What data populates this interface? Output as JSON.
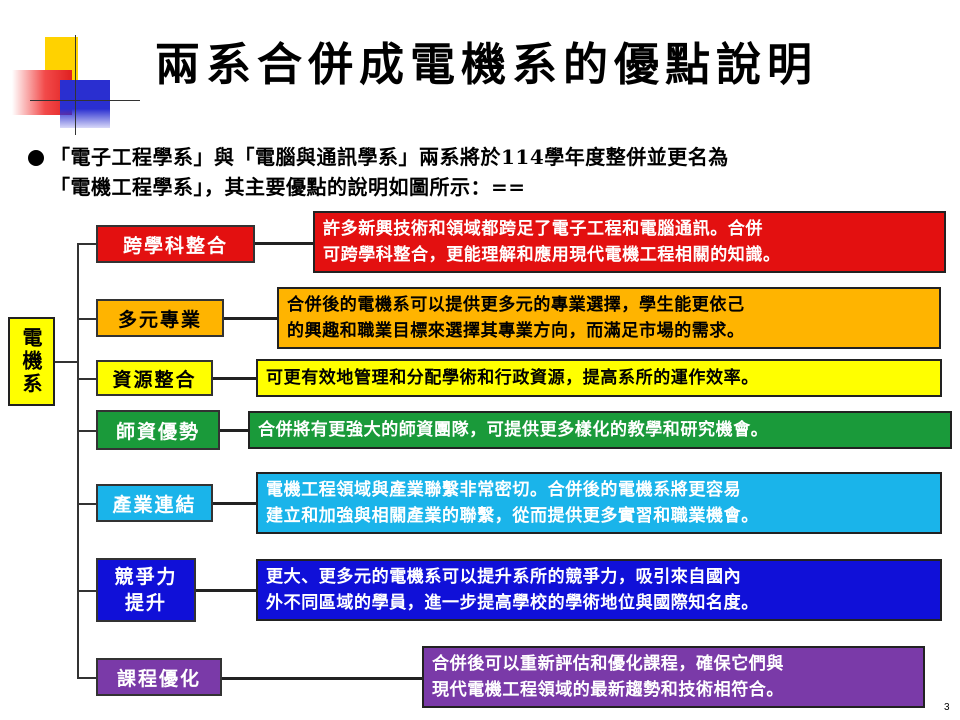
{
  "title": "兩系合併成電機系的優點說明",
  "intro": {
    "line1": "「電子工程學系」與「電腦與通訊學系」兩系將於114學年度整併並更名為",
    "line2": "「電機工程學系」，其主要優點的說明如圖所示：=="
  },
  "root_label": "電機系",
  "items": [
    {
      "label": "跨學科整合",
      "color": "#e31010",
      "text_color": "#ffffff",
      "desc_lines": [
        "許多新興技術和領域都跨足了電子工程和電腦通訊。合併",
        "可跨學科整合，更能理解和應用現代電機工程相關的知識。"
      ]
    },
    {
      "label": "多元專業",
      "color": "#ffb400",
      "text_color": "#000000",
      "desc_lines": [
        "合併後的電機系可以提供更多元的專業選擇，學生能更依己",
        "的興趣和職業目標來選擇其專業方向，而滿足市場的需求。"
      ]
    },
    {
      "label": "資源整合",
      "color": "#ffff00",
      "text_color": "#000000",
      "desc_lines": [
        "可更有效地管理和分配學術和行政資源，提高系所的運作效率。"
      ]
    },
    {
      "label": "師資優勢",
      "color": "#1a9a3a",
      "text_color": "#ffffff",
      "desc_lines": [
        "合併將有更強大的師資團隊，可提供更多樣化的教學和研究機會。"
      ]
    },
    {
      "label": "產業連結",
      "color": "#1ab4ea",
      "text_color": "#ffffff",
      "desc_lines": [
        "電機工程領域與產業聯繫非常密切。合併後的電機系將更容易",
        "建立和加強與相關產業的聯繫，從而提供更多實習和職業機會。"
      ]
    },
    {
      "label_lines": [
        "競爭力",
        "提升"
      ],
      "color": "#1010d8",
      "text_color": "#ffffff",
      "desc_lines": [
        "更大、更多元的電機系可以提升系所的競爭力，吸引來自國內",
        "外不同區域的學員，進一步提高學校的學術地位與國際知名度。"
      ]
    },
    {
      "label": "課程優化",
      "color": "#7a3aa8",
      "text_color": "#ffffff",
      "desc_lines": [
        "合併後可以重新評估和優化課程，確保它們與",
        "現代電機工程領域的最新趨勢和技術相符合。"
      ]
    }
  ],
  "page_number": "3"
}
